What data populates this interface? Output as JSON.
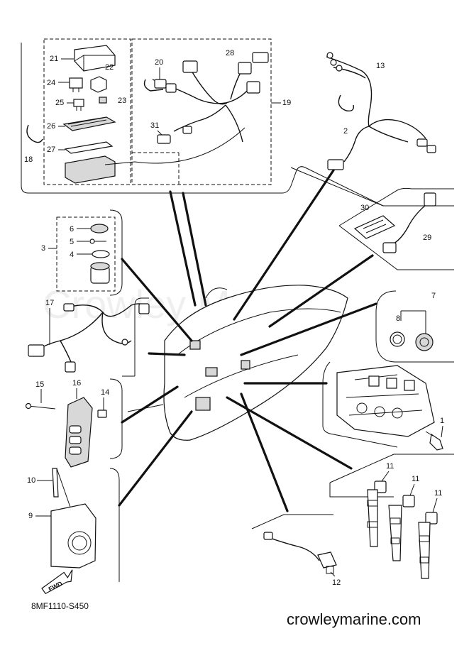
{
  "diagram": {
    "diagram_code": "8MF1110-S450",
    "website": "crowleymarine.com",
    "watermark": "Crowley Marine",
    "fwd_label": "FWD",
    "part_labels": {
      "p1": "1",
      "p2": "2",
      "p3": "3",
      "p4": "4",
      "p5": "5",
      "p6": "6",
      "p7": "7",
      "p8": "8",
      "p9": "9",
      "p10": "10",
      "p11a": "11",
      "p11b": "11",
      "p11c": "11",
      "p12": "12",
      "p13": "13",
      "p14": "14",
      "p15": "15",
      "p16": "16",
      "p17": "17",
      "p18": "18",
      "p19": "19",
      "p20": "20",
      "p21": "21",
      "p22": "22",
      "p23": "23",
      "p24": "24",
      "p25": "25",
      "p26": "26",
      "p27": "27",
      "p28": "28",
      "p29": "29",
      "p30": "30",
      "p31": "31"
    }
  }
}
